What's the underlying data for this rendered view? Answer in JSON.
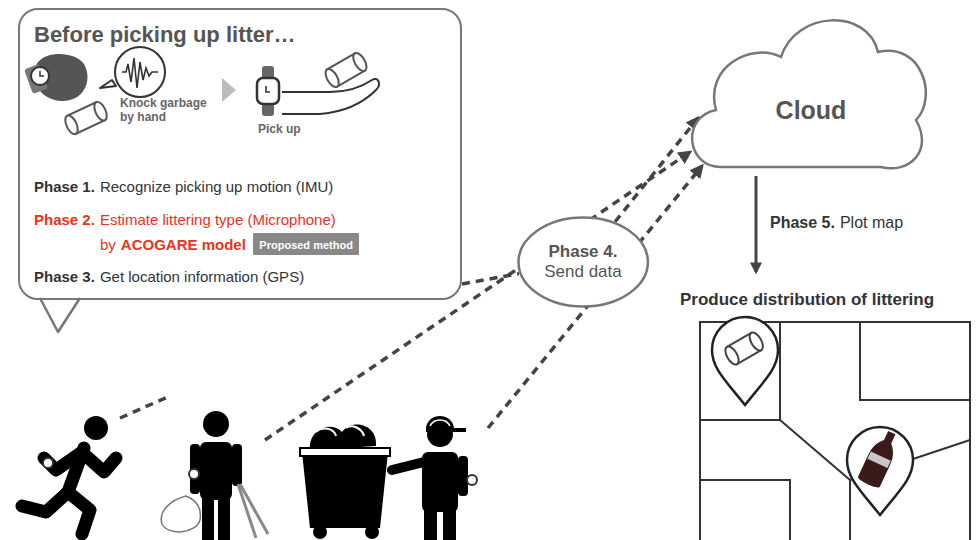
{
  "diagram": {
    "nodes": [
      {
        "text": [
          "Before picking up litter…",
          "Knock garbage by hand",
          "Pick up",
          "Phase 1.",
          "Recognize picking up motion (IMU)",
          "Phase 2.",
          "Estimate littering type (Microphone)",
          "by",
          "ACOGARE model",
          "Phase 3.",
          "Get location information (GPS)"
        ]
      },
      {
        "text": [
          "Proposed method"
        ],
        "in": 0
      },
      {
        "text": [
          "Cloud"
        ]
      },
      {
        "text": [
          "Phase 4.",
          "Send data"
        ]
      }
    ],
    "edges": [
      {
        "from": 0,
        "to": 3,
        "arrow": "none"
      },
      {
        "from": 3,
        "to": 2,
        "arrow": "to"
      }
    ],
    "labels": [
      "Phase 5.",
      "Plot map",
      "Produce distribution of littering"
    ]
  }
}
